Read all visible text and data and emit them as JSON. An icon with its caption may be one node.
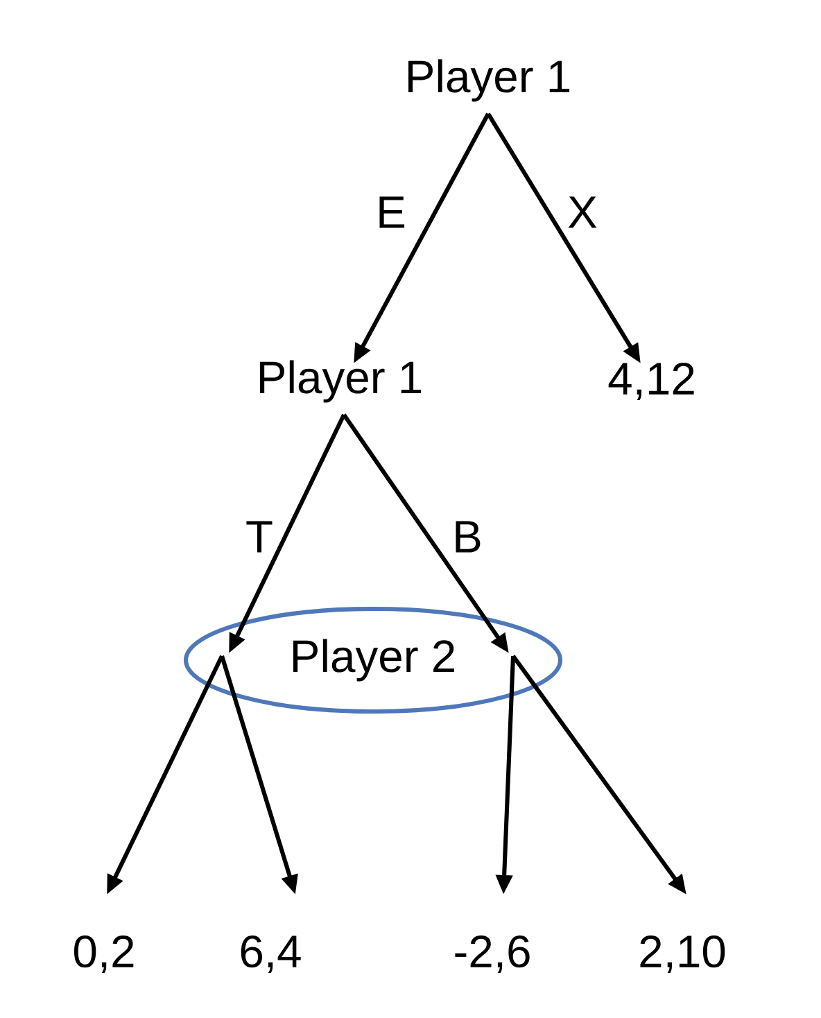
{
  "diagram": {
    "nodes": [
      {
        "text": [
          "Player 1"
        ]
      },
      {
        "text": [
          "Player 1"
        ]
      },
      {
        "text": [
          "4,12"
        ]
      },
      {
        "text": [
          "Player 2"
        ]
      },
      {
        "text": [
          "0,2"
        ]
      },
      {
        "text": [
          "6,4"
        ]
      },
      {
        "text": [
          "-2,6"
        ]
      },
      {
        "text": [
          "2,10"
        ]
      }
    ],
    "edges": [
      {
        "from": 0,
        "to": 1,
        "arrow": "to",
        "label": "E"
      },
      {
        "from": 0,
        "to": 2,
        "arrow": "to",
        "label": "X"
      },
      {
        "from": 1,
        "to": 3,
        "arrow": "to",
        "label": "T"
      },
      {
        "from": 1,
        "to": 3,
        "arrow": "to",
        "label": "B"
      },
      {
        "from": 3,
        "to": 4,
        "arrow": "to"
      },
      {
        "from": 3,
        "to": 5,
        "arrow": "to"
      },
      {
        "from": 3,
        "to": 6,
        "arrow": "to"
      },
      {
        "from": 3,
        "to": 7,
        "arrow": "to"
      }
    ]
  }
}
